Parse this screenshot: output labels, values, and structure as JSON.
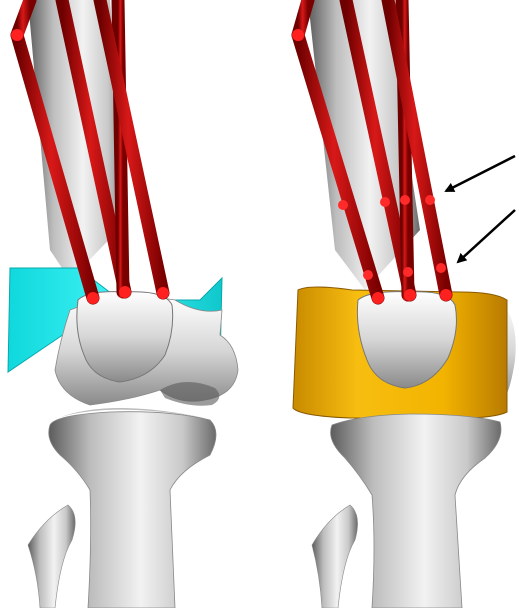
{
  "figure": {
    "panels": [
      {
        "id": "left",
        "wrap_surface": "cylinder",
        "wrap_color": "#16e6ea"
      },
      {
        "id": "right",
        "wrap_surface": "cylinder",
        "wrap_color": "#f0b400"
      }
    ],
    "colors": {
      "background": "#ffffff",
      "bone": "#d8d8d8",
      "bone_shadow": "#7a7a7a",
      "muscle": "#c01010",
      "muscle_dark": "#6e0000",
      "muscle_node": "#ff2020",
      "arrow": "#000000"
    },
    "arrows": 2,
    "text": []
  }
}
